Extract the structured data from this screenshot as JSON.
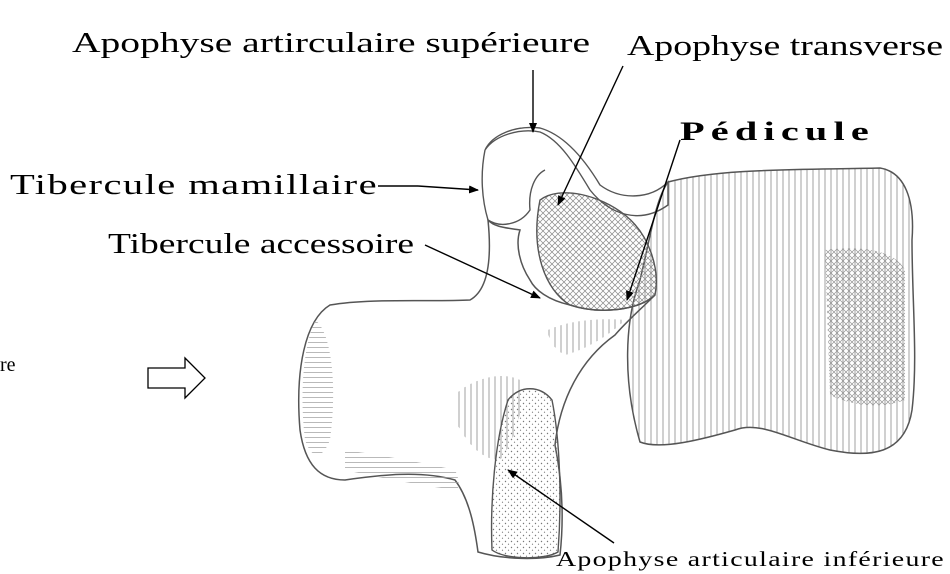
{
  "labels": {
    "sup_articular": "Apophyse artirculaire supérieure",
    "transverse": "Apophyse transverse",
    "pedicule": "Pédicule",
    "mamillaire": "Tibercule mamillaire",
    "accessoire": "Tibercule accessoire",
    "inf_articular": "Apophyse articulaire inférieure",
    "left_fragment": "re"
  },
  "colors": {
    "line": "#000000",
    "bone_outline": "#555555",
    "hatch": "#8a8a8a"
  }
}
